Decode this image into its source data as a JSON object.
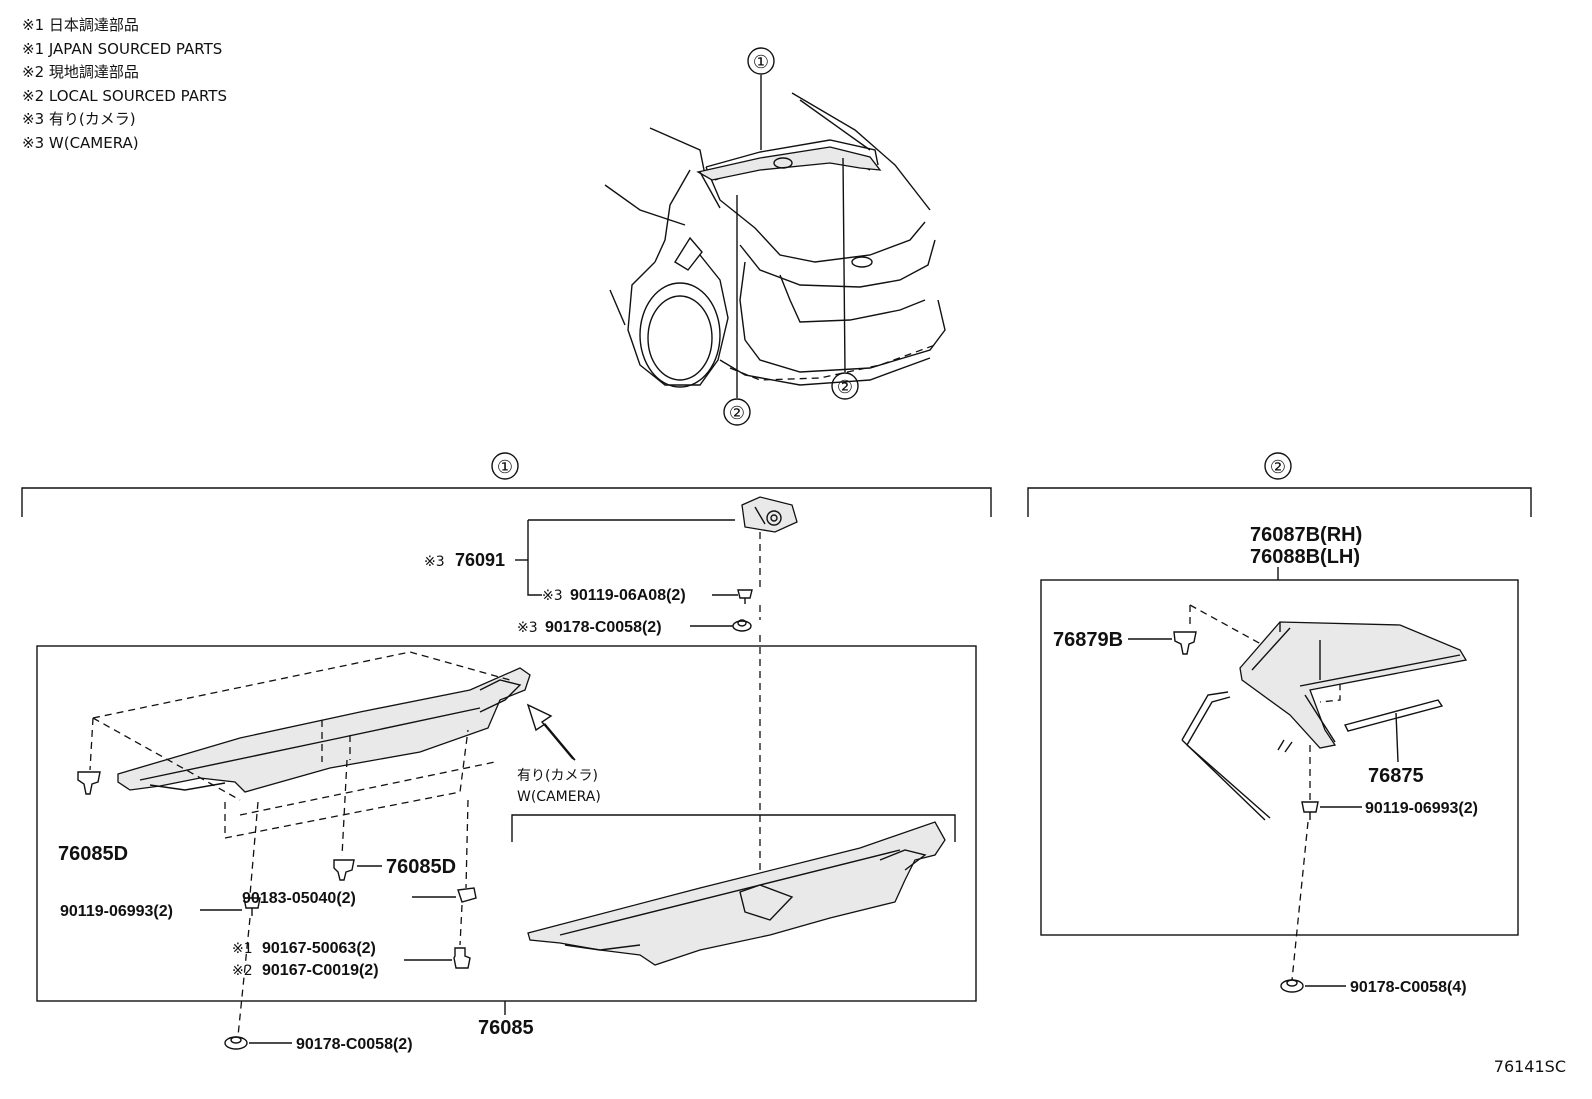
{
  "legend": [
    "※1 日本調達部品",
    "※1 JAPAN SOURCED PARTS",
    "※2 現地調達部品",
    "※2 LOCAL SOURCED PARTS",
    "※3 有り(カメラ)",
    "※3 W(CAMERA)"
  ],
  "callouts": {
    "c1": "①",
    "c2": "②"
  },
  "group1": {
    "camera": {
      "mark": "※3",
      "code": "76091"
    },
    "screw_camera": {
      "mark": "※3",
      "code": "90119-06A08(2)"
    },
    "nut_camera": {
      "mark": "※3",
      "code": "90178-C0058(2)"
    },
    "clip_left": "76085D",
    "clip_center": "76085D",
    "screw_spoiler": "90119-06993(2)",
    "clip_90183": "90183-05040(2)",
    "bolt_jp": {
      "mark": "※1",
      "code": "90167-50063(2)"
    },
    "bolt_local": {
      "mark": "※2",
      "code": "90167-C0019(2)"
    },
    "nut_bottom": "90178-C0058(2)",
    "spoiler": "76085",
    "with_camera_jp": "有り(カメラ)",
    "with_camera_en": "W(CAMERA)"
  },
  "group2": {
    "side_rh": "76087B(RH)",
    "side_lh": "76088B(LH)",
    "clip": "76879B",
    "seal": "76875",
    "screw": "90119-06993(2)",
    "nut": "90178-C0058(4)"
  },
  "footer_code": "76141SC"
}
